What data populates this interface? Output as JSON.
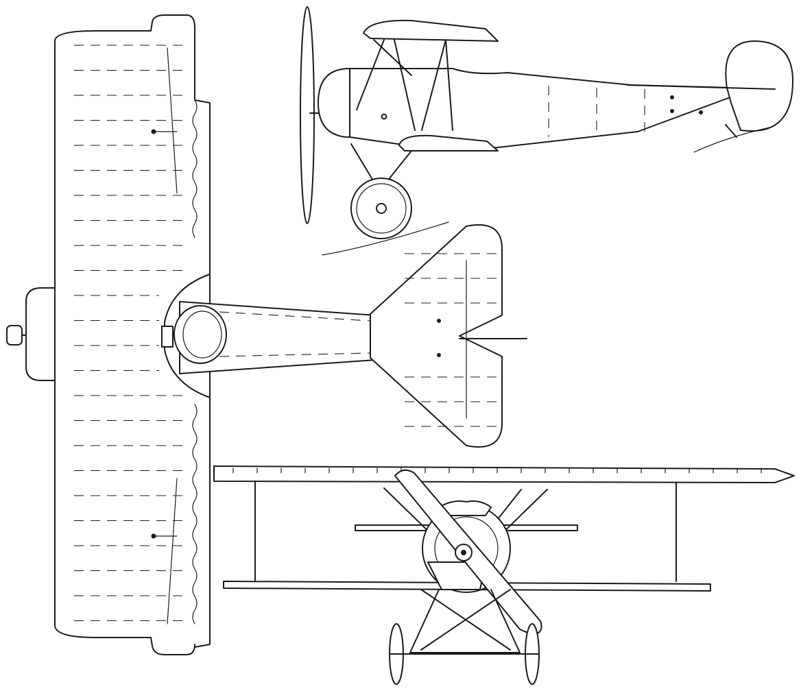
{
  "figure": {
    "kind": "three-view line drawing",
    "subject": "biplane",
    "views": [
      "top-view",
      "side-view",
      "front-view"
    ]
  },
  "colors": {
    "background": "#ffffff",
    "ink": "#1a1a1a"
  }
}
